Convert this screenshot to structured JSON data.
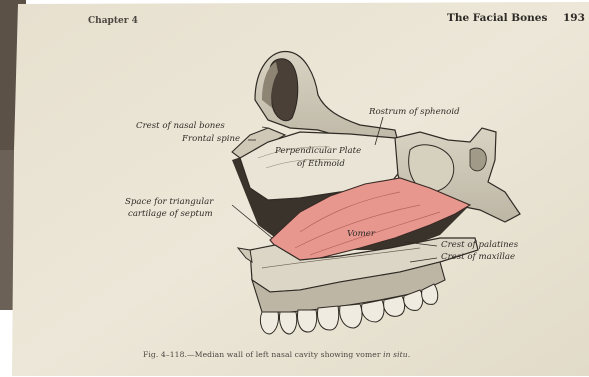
{
  "header": {
    "chapter": "Chapter 4",
    "title": "The Facial Bones",
    "page_number": "193"
  },
  "figure": {
    "labels": {
      "crest_nasal_bones": "Crest of nasal bones",
      "frontal_spine": "Frontal spine",
      "rostrum_sphenoid": "Rostrum of sphenoid",
      "perpendicular_plate_line1": "Perpendicular Plate",
      "perpendicular_plate_line2": "of Ethmoid",
      "space_line1": "Space for triangular",
      "space_line2": "cartilage of septum",
      "vomer": "Vomer",
      "crest_palatines": "Crest of palatines",
      "crest_maxillae": "Crest of maxillae"
    },
    "caption": {
      "prefix": "Fig. 4–118.—Median wall of left nasal cavity showing vomer ",
      "italic": "in situ",
      "suffix": "."
    }
  },
  "colors": {
    "page": "#ece6d6",
    "vomer": "#e8978f",
    "bone_line": "#2f2a24"
  }
}
